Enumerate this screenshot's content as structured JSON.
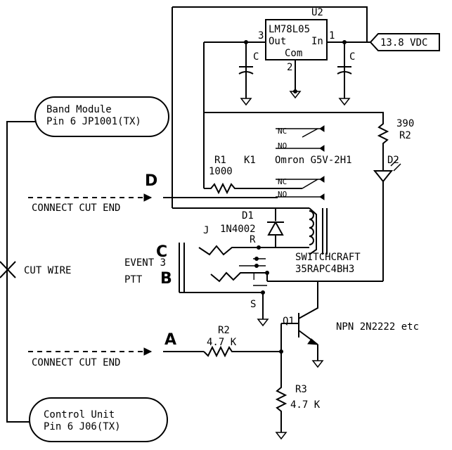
{
  "labels": {
    "u2_ref": "U2",
    "u2_part": "LM78L05",
    "u2_out": "Out",
    "u2_in": "In",
    "u2_com": "Com",
    "u2_pin1": "1",
    "u2_pin2": "2",
    "u2_pin3": "3",
    "supply": "13.8 VDC",
    "cap_left": "C",
    "cap_right": "C",
    "band_module_line1": "Band Module",
    "band_module_line2": "Pin 6 JP1001(TX)",
    "control_unit_line1": "Control Unit",
    "control_unit_line2": "Pin 6 J06(TX)",
    "r2_top_value": "390",
    "r2_top_ref": "R2",
    "d2_ref": "D2",
    "relay_nc_1": "NC",
    "relay_no_1": "NO",
    "relay_nc_2": "NC",
    "relay_no_2": "NO",
    "r1_ref": "R1",
    "r1_value": "1000",
    "k1_ref": "K1",
    "relay_part": "Omron G5V-2H1",
    "point_d": "D",
    "point_c": "C",
    "point_b": "B",
    "point_a": "A",
    "connect_cut_end_top": "CONNECT CUT END",
    "connect_cut_end_bottom": "CONNECT CUT END",
    "d1_ref": "D1",
    "d1_part": "1N4002",
    "jack_ref": "J",
    "jack_r": "R",
    "jack_t": "T",
    "jack_s": "S",
    "jack_part_line1": "SWITCHCRAFT",
    "jack_part_line2": "35RAPC4BH3",
    "event_label": "EVENT 3",
    "ptt_label": "PTT",
    "cut_wire": "CUT WIRE",
    "q1_ref": "Q1",
    "q1_part": "NPN 2N2222 etc",
    "r2_bottom_ref": "R2",
    "r2_bottom_value": "4.7  K",
    "r3_ref": "R3",
    "r3_value": "4.7 K"
  }
}
